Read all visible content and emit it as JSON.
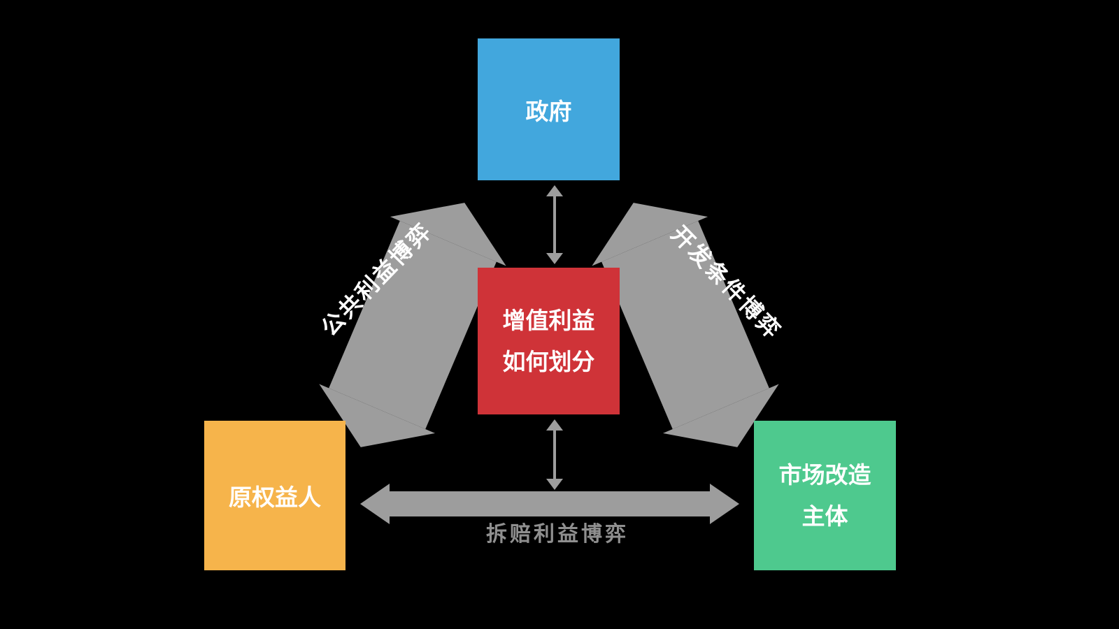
{
  "nodes": {
    "government": {
      "label": "政府",
      "color": "#42a7dd"
    },
    "value_split": {
      "line1": "增值利益",
      "line2": "如何划分",
      "color": "#cf3338"
    },
    "original_rights_holder": {
      "label": "原权益人",
      "color": "#f6b44b"
    },
    "market_renovation_entity": {
      "line1": "市场改造",
      "line2": "主体",
      "color": "#4ec98e"
    }
  },
  "games": {
    "public_interest": {
      "label": "公共利益博弈"
    },
    "development_conditions": {
      "label": "开发条件博弈"
    },
    "demolition_compensation": {
      "label": "拆赔利益博弈"
    }
  },
  "colors": {
    "background": "#000000",
    "band": "#9d9d9d",
    "band_label_text": "#ffffff",
    "bottom_label_text": "#8f8f8f",
    "node_text": "#ffffff"
  }
}
